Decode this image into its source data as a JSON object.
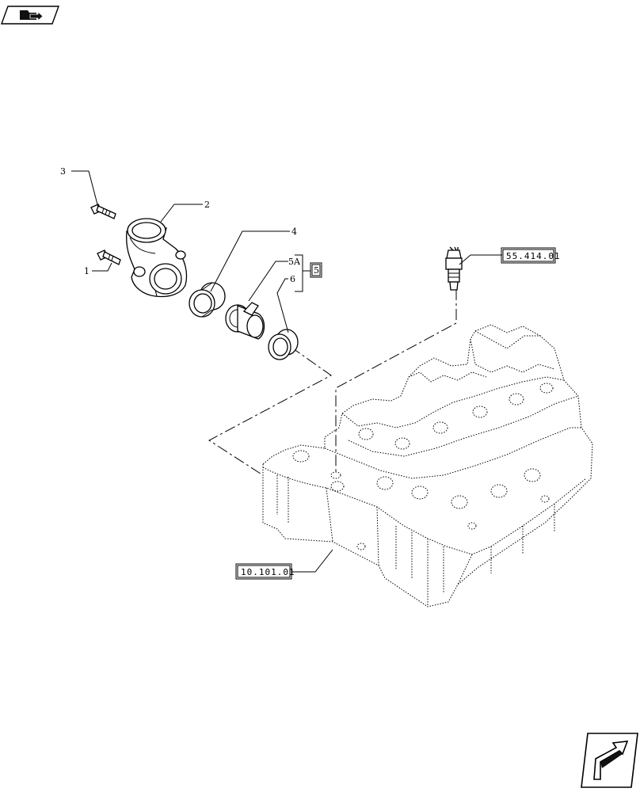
{
  "callouts": {
    "c1": "1",
    "c2": "2",
    "c3": "3",
    "c4": "4",
    "c5a": "5A",
    "c5": "5",
    "c6": "6"
  },
  "references": {
    "ref_top": "55.414.01",
    "ref_bottom": "10.101.01"
  },
  "icons": {
    "top_left": "folder-arrow-icon",
    "bottom_right": "next-page-arrow-icon"
  }
}
